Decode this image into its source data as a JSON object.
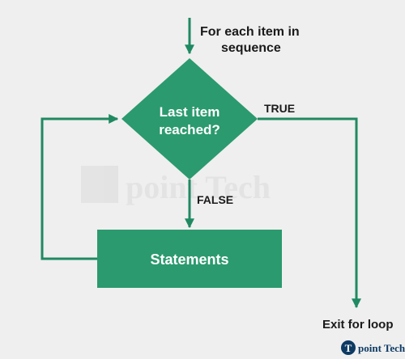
{
  "diagram": {
    "entry_label_line1": "For each item in",
    "entry_label_line2": "sequence",
    "decision_line1": "Last item",
    "decision_line2": "reached?",
    "true_label": "TRUE",
    "false_label": "FALSE",
    "process_label": "Statements",
    "exit_label": "Exit for loop"
  },
  "watermark": {
    "brand": "point Tech",
    "logo_letter": "T"
  },
  "colors": {
    "background": "#efefef",
    "shape_fill": "#2b9a6e",
    "arrow": "#1f8a62",
    "shape_text": "#ffffff",
    "label_text": "#1a1a1a",
    "logo": "#0d3a63"
  }
}
